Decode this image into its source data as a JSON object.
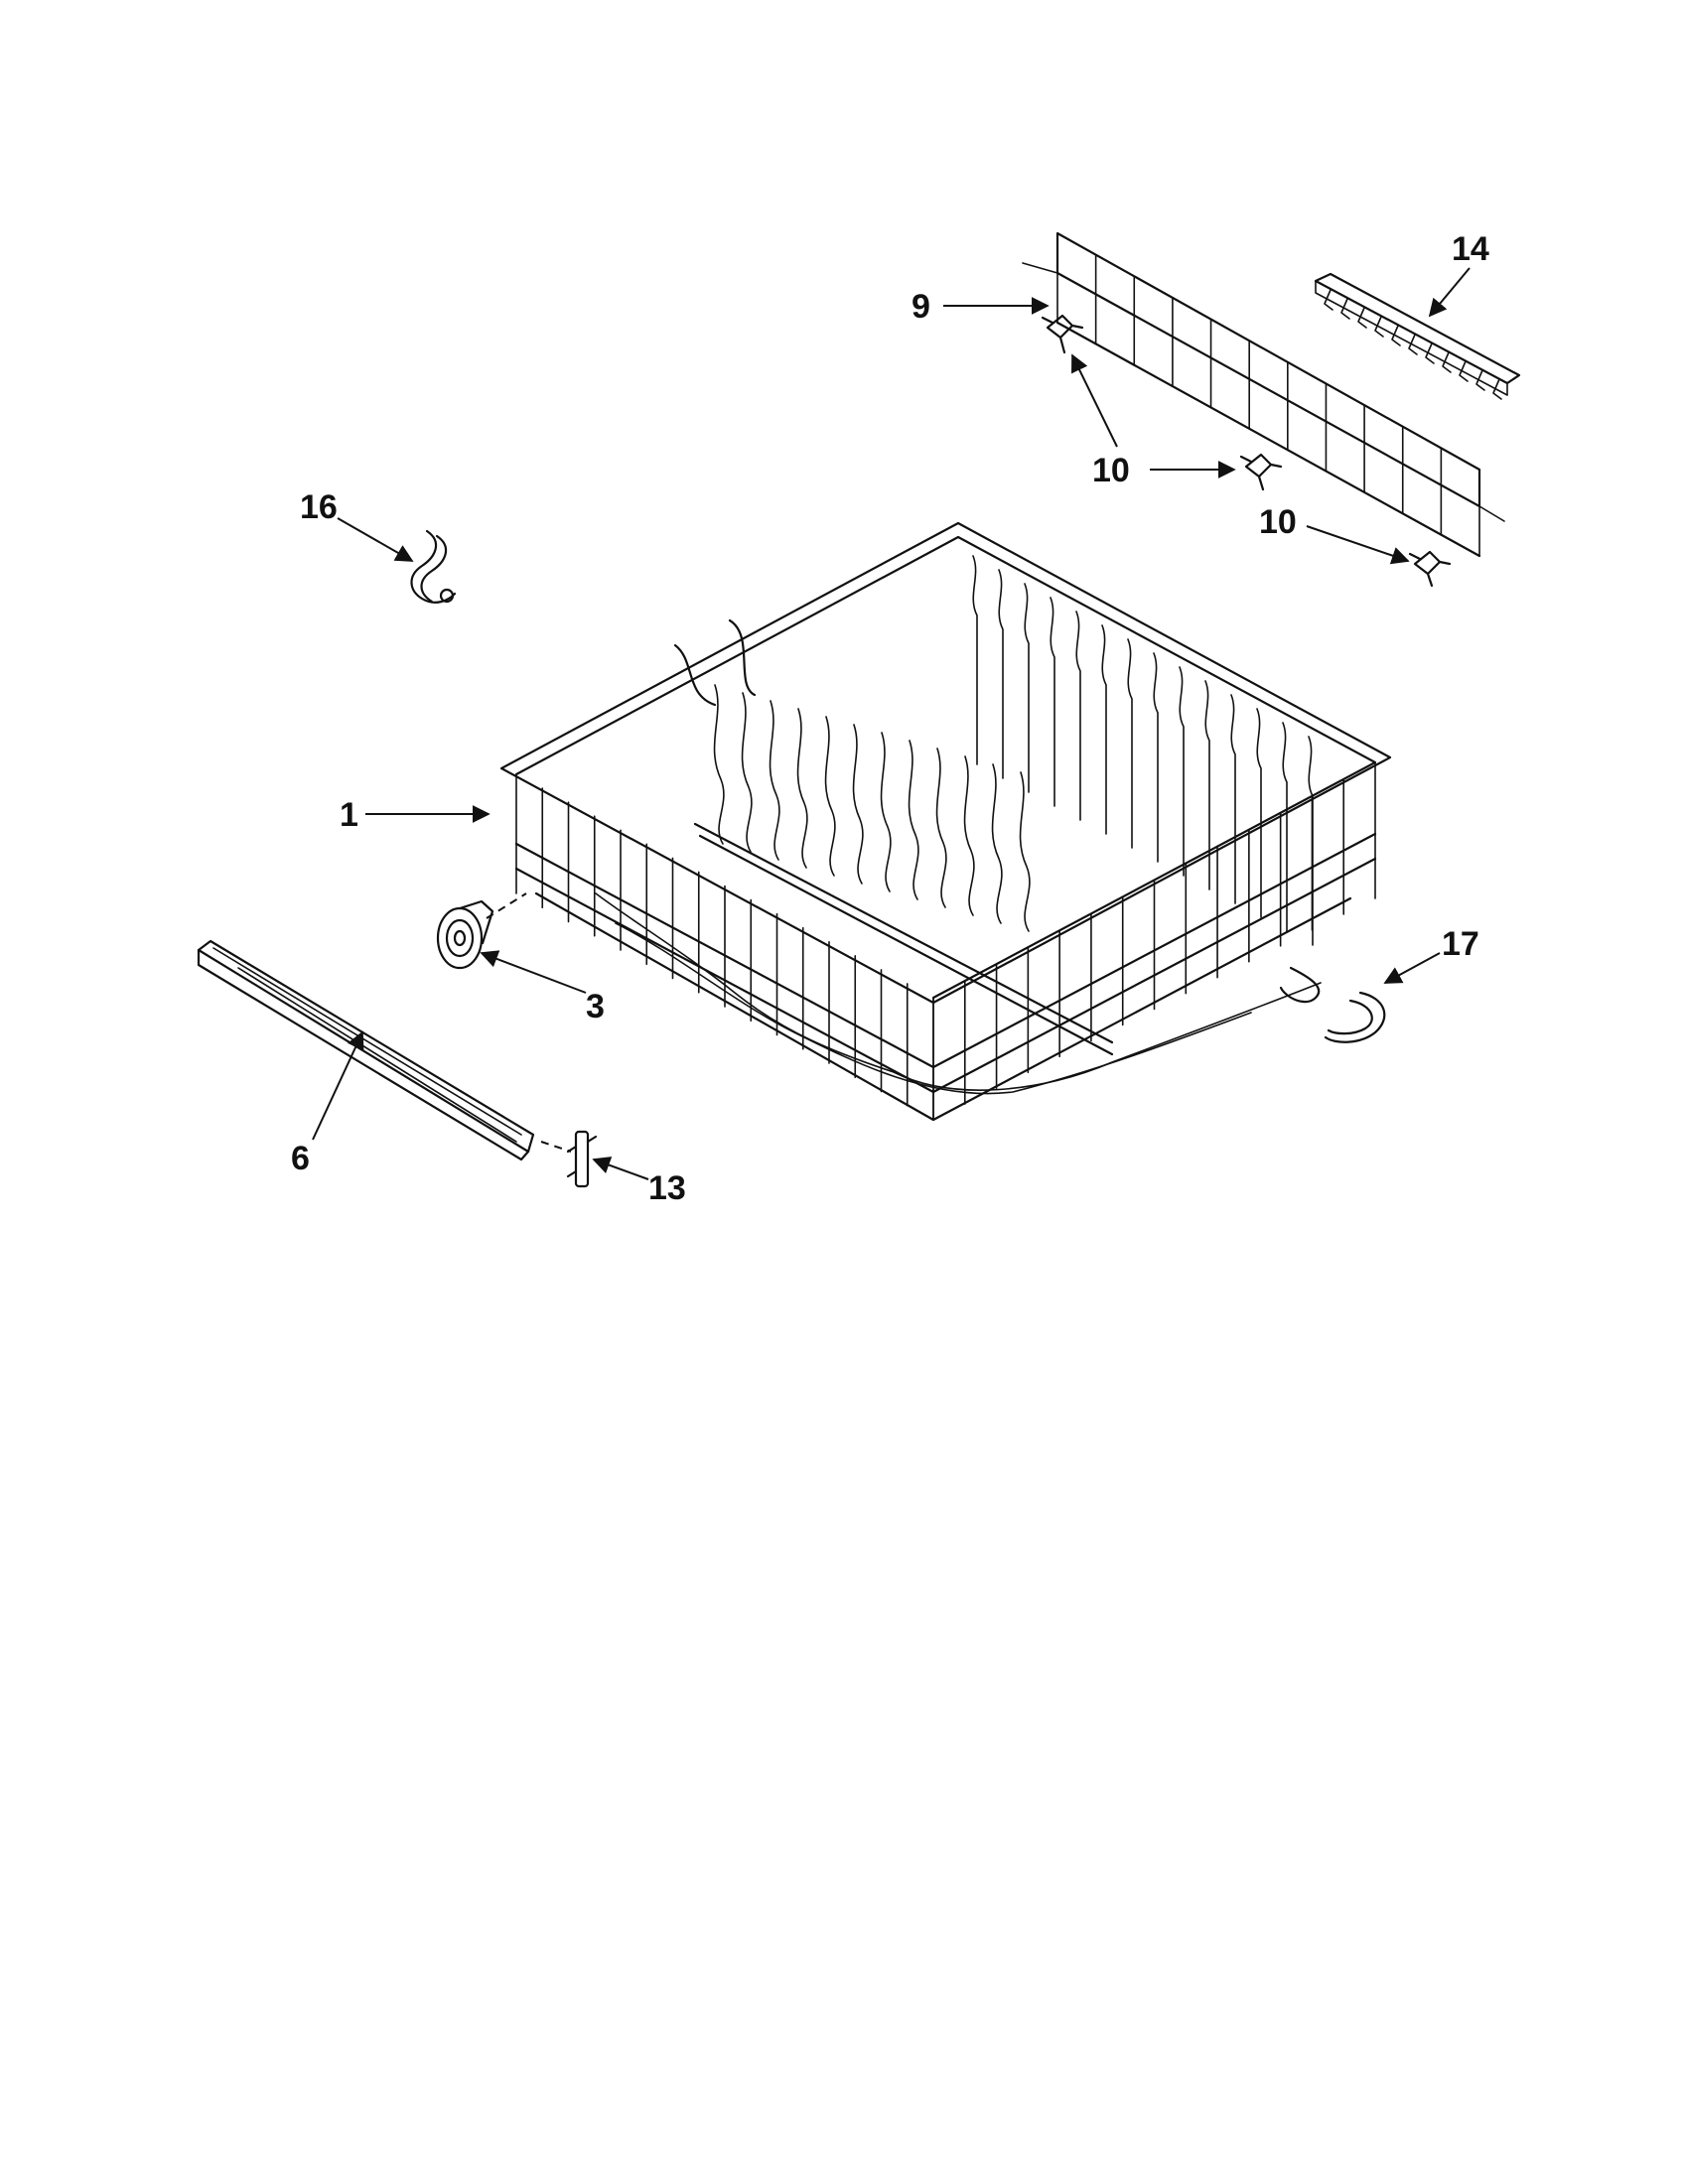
{
  "diagram": {
    "colors": {
      "ink": "#111111",
      "background": "#ffffff"
    },
    "callouts": [
      {
        "id": "c1",
        "label": "1"
      },
      {
        "id": "c3",
        "label": "3"
      },
      {
        "id": "c6",
        "label": "6"
      },
      {
        "id": "c9",
        "label": "9"
      },
      {
        "id": "c10a",
        "label": "10"
      },
      {
        "id": "c10b",
        "label": "10"
      },
      {
        "id": "c13",
        "label": "13"
      },
      {
        "id": "c14",
        "label": "14"
      },
      {
        "id": "c16",
        "label": "16"
      },
      {
        "id": "c17",
        "label": "17"
      }
    ]
  }
}
